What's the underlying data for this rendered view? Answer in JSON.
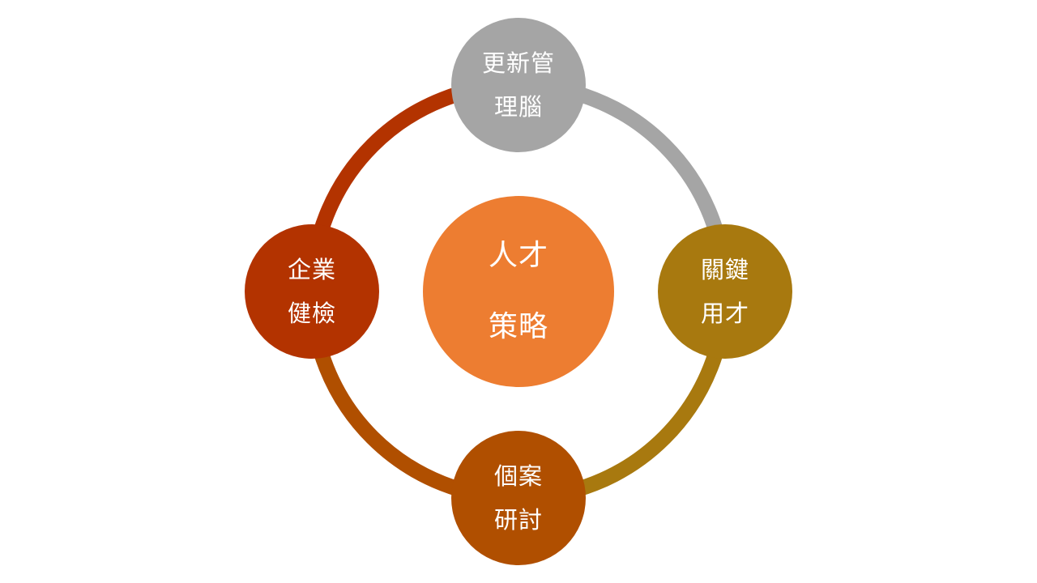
{
  "center": {
    "line1": "人才",
    "line2": "策略",
    "color": "#ED7D31"
  },
  "nodes": [
    {
      "id": "top",
      "line1": "更新管",
      "line2": "理腦",
      "color": "#A5A5A5"
    },
    {
      "id": "right",
      "line1": "關鍵",
      "line2": "用才",
      "color": "#A8790F"
    },
    {
      "id": "bottom",
      "line1": "個案",
      "line2": "研討",
      "color": "#B04F00"
    },
    {
      "id": "left",
      "line1": "企業",
      "line2": "健檢",
      "color": "#B33300"
    }
  ],
  "arcs": {
    "top_right": "#A5A5A5",
    "right_bottom": "#A8790F",
    "bottom_left": "#B04F00",
    "left_top": "#B33300"
  }
}
